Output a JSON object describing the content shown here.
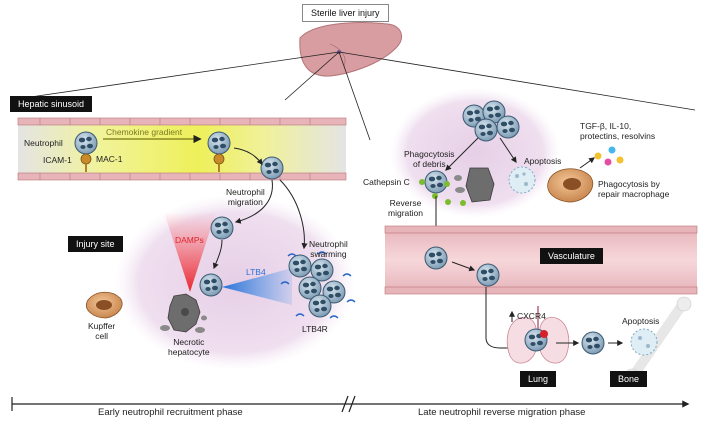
{
  "title": "Sterile liver injury",
  "left_panel": {
    "header": "Hepatic sinusoid",
    "neutrophil": "Neutrophil",
    "chemokine": "Chemokine gradient",
    "icam": "ICAM-1",
    "mac": "MAC-1",
    "migration": "Neutrophil\nmigration",
    "injury_site": "Injury site",
    "damps": "DAMPs",
    "swarming": "Neutrophil\nswarming",
    "ltb4": "LTB4",
    "ltb4r": "LTB4R",
    "kupffer": "Kupffer\ncell",
    "necrotic": "Necrotic\nhepatocyte"
  },
  "right_panel": {
    "phagocytosis_debris": "Phagocytosis\nof debris",
    "apoptosis": "Apoptosis",
    "tgf": "TGF-β, IL-10,\nprotectins, resolvins",
    "cathepsin": "Cathepsin C",
    "reverse": "Reverse\nmigration",
    "phago_repair": "Phagocytosis by\nrepair macrophage",
    "vasculature": "Vasculature",
    "cxcr4": "CXCR4",
    "apoptosis_bone": "Apoptosis",
    "lung": "Lung",
    "bone": "Bone"
  },
  "phases": {
    "early": "Early neutrophil recruitment phase",
    "late": "Late neutrophil reverse migration phase"
  }
}
